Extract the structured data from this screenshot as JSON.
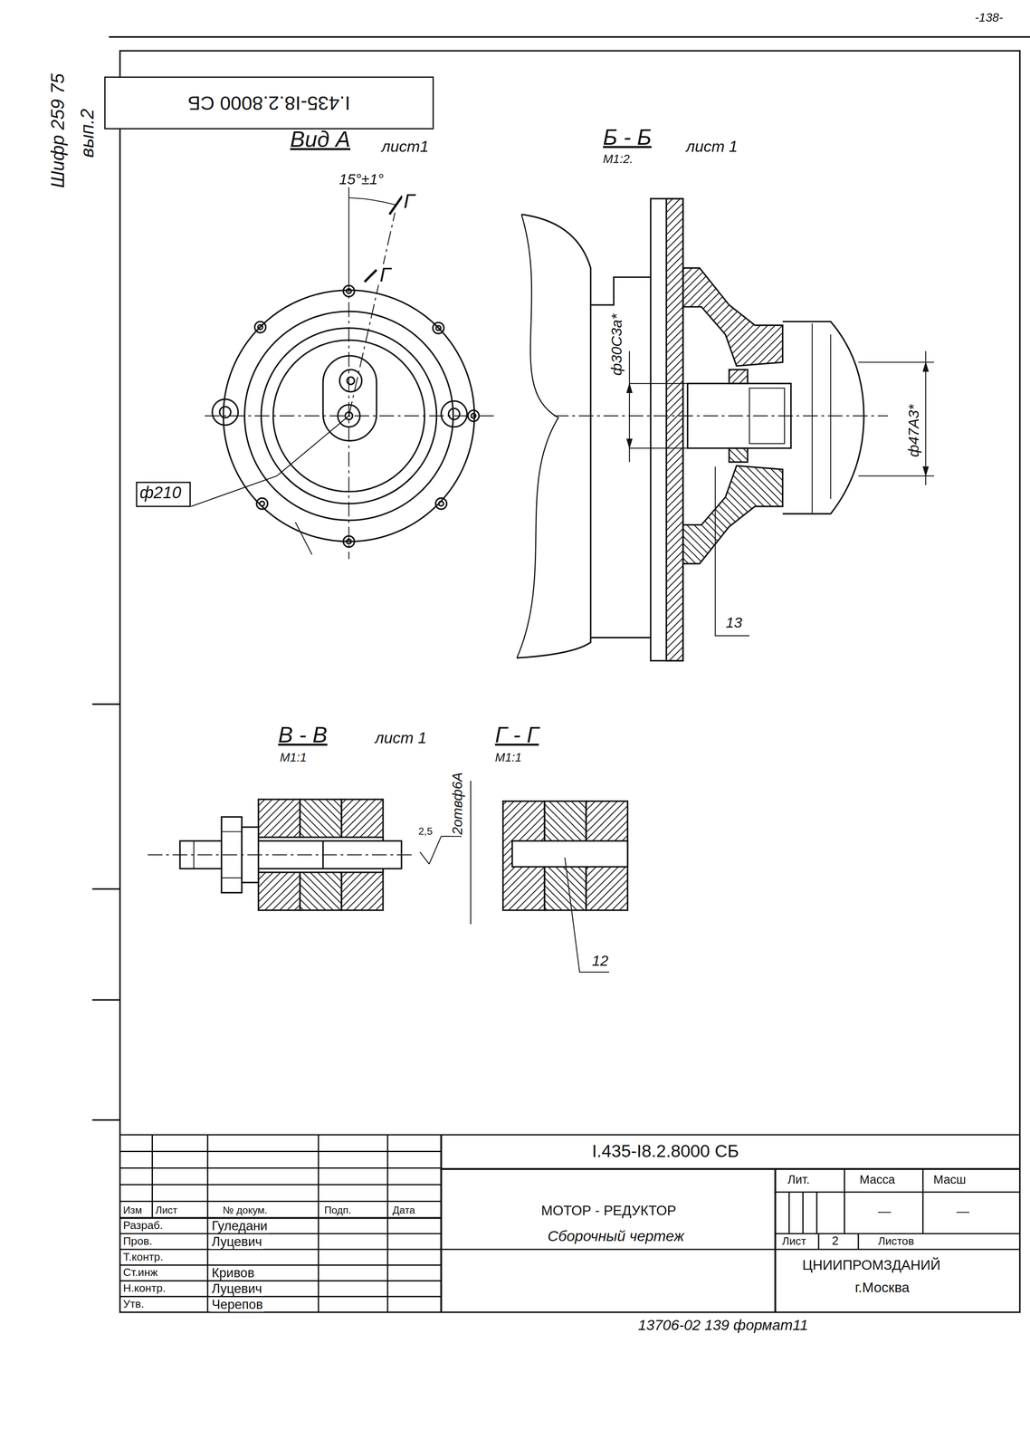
{
  "diagram": {
    "nodes": [
      {
        "text": [
          "I.435-I8.2.8000 СБ"
        ]
      }
    ],
    "labels": [
      "-138-",
      "Шифр 259 75",
      "вып.2",
      "Вид А",
      "лист1",
      "15°±1°",
      "Г",
      "Г",
      "ф210",
      "Б - Б",
      "М1:2.",
      "лист 1",
      "ф30С3а*",
      "ф47А3*",
      "13",
      "В - В",
      "лист 1",
      "М1:1",
      "Г - Г",
      "М1:1",
      "2отвф6А",
      "2,5",
      "12",
      "I.435-I8.2.8000 СБ",
      "Изм",
      "Лист",
      "№ докум.",
      "Подп.",
      "Дата",
      "Разраб.",
      "Гуледани",
      "Пров.",
      "Луцевич",
      "Т.контр.",
      "Ст.инж",
      "Кривов",
      "Н.контр.",
      "Луцевич",
      "Утв.",
      "Черепов",
      "МОТОР - РЕДУКТОР",
      "Сборочный чертеж",
      "Лит.",
      "Масса",
      "Масш",
      "—",
      "—",
      "Лист",
      "2",
      "Листов",
      "ЦНИИПРОМЗДАНИЙ",
      "г.Москва",
      "13706-02 139 формат11"
    ]
  }
}
